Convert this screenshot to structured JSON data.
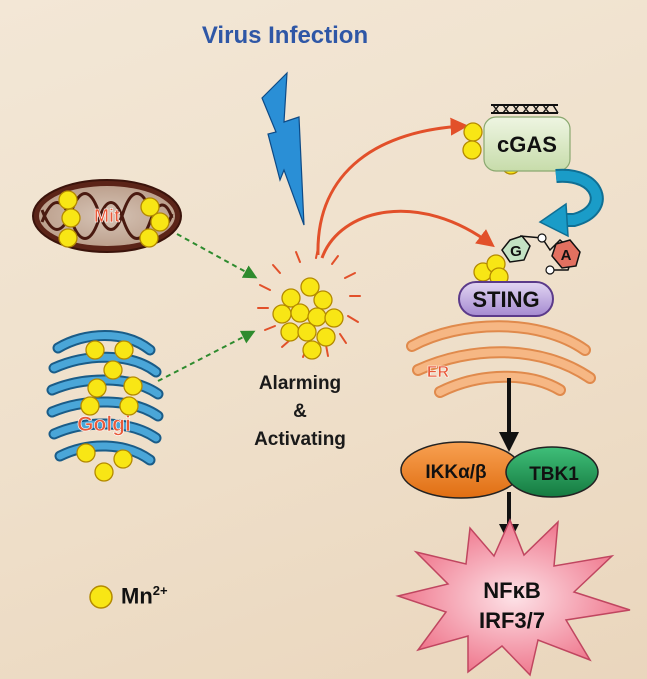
{
  "title": "Virus Infection",
  "organelles": {
    "mitochondria": "Mit",
    "golgi": "Golgi",
    "er": "ER"
  },
  "center": {
    "line1": "Alarming",
    "line2": "&",
    "line3": "Activating"
  },
  "proteins": {
    "cgas": "cGAS",
    "sting": "STING",
    "g": "G",
    "a": "A",
    "ikk": "IKKα/β",
    "tbk1": "TBK1",
    "nfkb": "NFκB",
    "irf": "IRF3/7"
  },
  "legend": {
    "label": "Mn",
    "superscript": "2+"
  },
  "colors": {
    "background": "#f0e2cd",
    "title": "#2f57a6",
    "ion_yellow": "#f8e615",
    "arrow_red": "#e2502a",
    "arrow_green": "#3a9a3a",
    "arrow_cyan": "#1a9cc8",
    "sting_purple": "#b19ad6",
    "ikk_orange": "#f07e1e",
    "tbk1_green": "#1f9a55",
    "burst_pink": "#ee6f86",
    "er_orange": "#f3a66a",
    "cgas_green": "#dbe9c4",
    "mito_brown": "#5b2418",
    "golgi_blue": "#4aa6d8"
  }
}
